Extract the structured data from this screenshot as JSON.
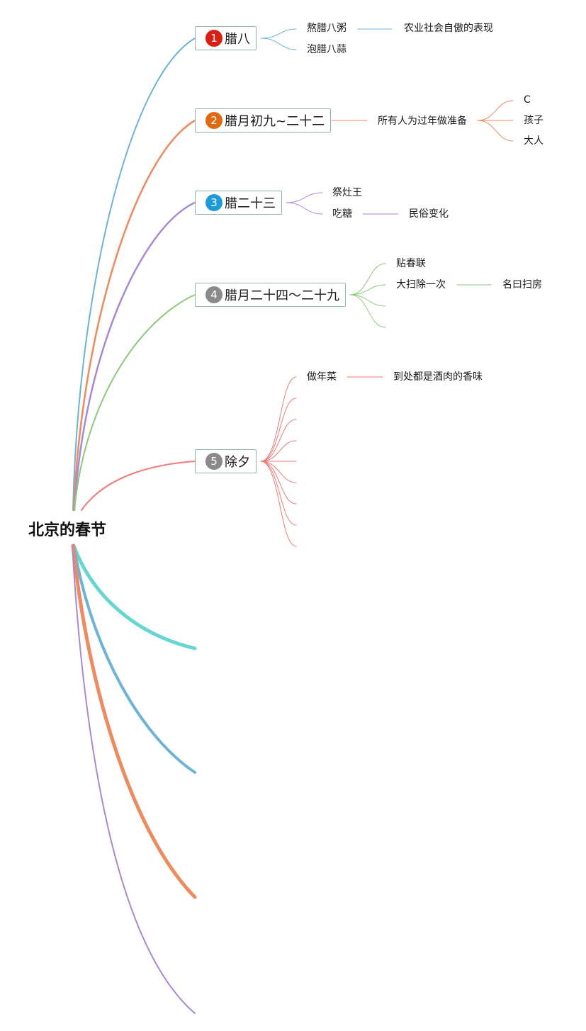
{
  "root": {
    "label": "北京的春节"
  },
  "topics": [
    {
      "number": "1",
      "label": "腊八",
      "badge_color": "#dd1f12",
      "line_color": "#6bb3d9",
      "children": [
        {
          "label": "熬腊八粥",
          "children": [
            {
              "label": "农业社会自傲的表现"
            }
          ]
        },
        {
          "label": "泡腊八蒜"
        }
      ]
    },
    {
      "number": "2",
      "label": "腊月初九~二十二",
      "badge_color": "#e06a12",
      "line_color": "#f08a5d",
      "children": [
        {
          "label": "所有人为过年做准备",
          "children": [
            {
              "label": "C"
            },
            {
              "label": "孩子"
            },
            {
              "label": "大人"
            }
          ]
        }
      ]
    },
    {
      "number": "3",
      "label": "腊二十三",
      "badge_color": "#1c9bd8",
      "line_color": "#a58ad8",
      "children": [
        {
          "label": "祭灶王"
        },
        {
          "label": "吃糖",
          "children": [
            {
              "label": "民俗变化"
            }
          ]
        }
      ]
    },
    {
      "number": "4",
      "label": "腊月二十四～二十九",
      "badge_color": "#8a8a8a",
      "line_color": "#8acb7a",
      "children": [
        {
          "label": "贴春联"
        },
        {
          "label": "大扫除一次",
          "children": [
            {
              "label": "名曰扫房"
            }
          ]
        },
        {
          "label": ""
        },
        {
          "label": ""
        }
      ]
    },
    {
      "number": "5",
      "label": "除夕",
      "badge_color": "#8a8a8a",
      "line_color": "#ef7b7b",
      "children": [
        {
          "label": "做年菜",
          "children": [
            {
              "label": "到处都是酒肉的香味"
            }
          ]
        },
        {
          "label": ""
        },
        {
          "label": ""
        },
        {
          "label": ""
        },
        {
          "label": ""
        },
        {
          "label": ""
        },
        {
          "label": ""
        },
        {
          "label": ""
        },
        {
          "label": ""
        }
      ]
    }
  ],
  "empty_branches": [
    {
      "color": "#66d6d2"
    },
    {
      "color": "#6bb3d9"
    },
    {
      "color": "#f08a5d"
    },
    {
      "color": "#a58ad8"
    }
  ]
}
